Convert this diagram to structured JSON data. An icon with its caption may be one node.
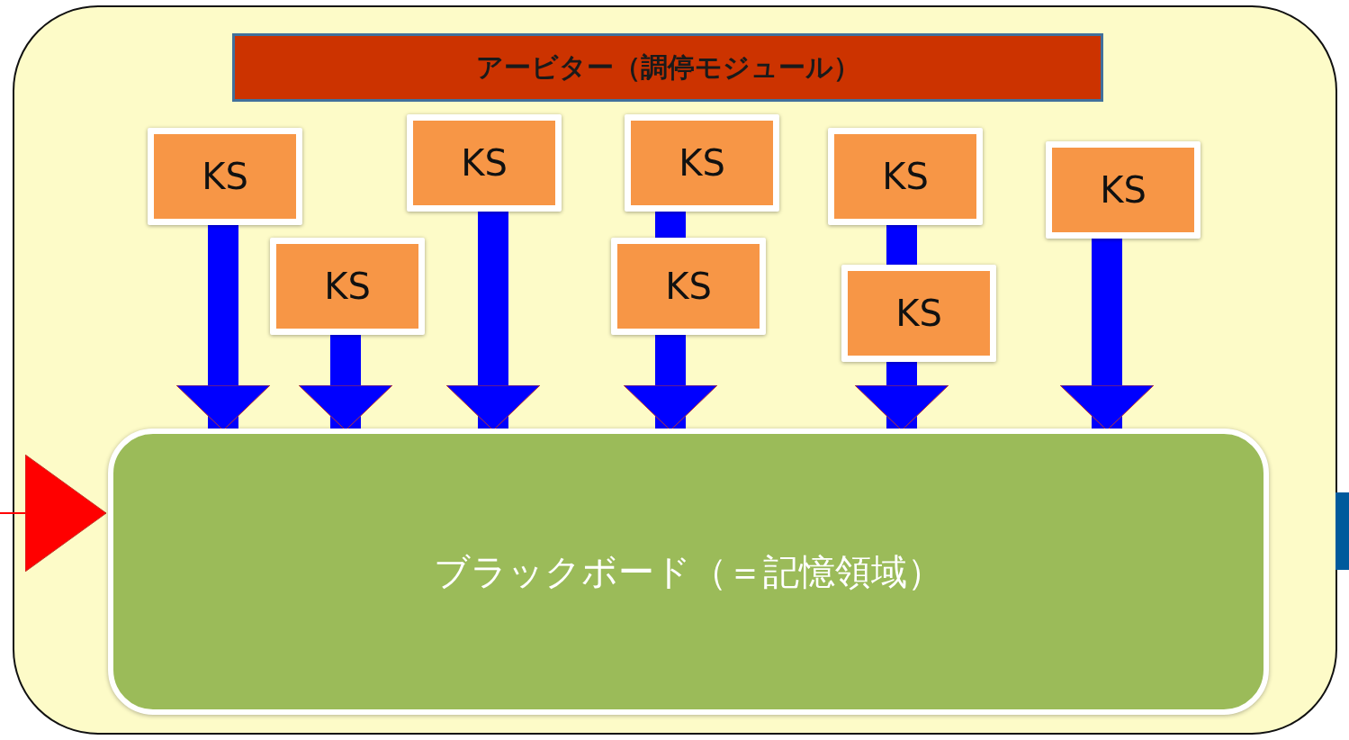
{
  "diagram": {
    "nodes": [
      {
        "text": [],
        "shape": "box"
      },
      {
        "text": [
          "アービター（調停モジュール）"
        ],
        "in": 0
      },
      {
        "text": [
          "KS"
        ],
        "in": 0
      },
      {
        "text": [
          "KS"
        ],
        "in": 0
      },
      {
        "text": [
          "KS"
        ],
        "in": 0
      },
      {
        "text": [
          "KS"
        ],
        "in": 0
      },
      {
        "text": [
          "KS"
        ],
        "in": 0
      },
      {
        "text": [
          "KS"
        ],
        "in": 0
      },
      {
        "text": [
          "KS"
        ],
        "in": 0
      },
      {
        "text": [
          "KS"
        ],
        "in": 0
      },
      {
        "text": [
          "ブラックボード（＝記憶領域）"
        ],
        "in": 0
      }
    ],
    "edges": [
      {
        "from": 2,
        "to": 10,
        "arrow": "to"
      },
      {
        "from": 3,
        "to": 10,
        "arrow": "to"
      },
      {
        "from": 4,
        "to": 10,
        "arrow": "to"
      },
      {
        "from": 5,
        "to": 6,
        "arrow": "none"
      },
      {
        "from": 6,
        "to": 10,
        "arrow": "to"
      },
      {
        "from": 7,
        "to": 8,
        "arrow": "none"
      },
      {
        "from": 8,
        "to": 10,
        "arrow": "to"
      },
      {
        "from": 9,
        "to": 10,
        "arrow": "to"
      },
      {
        "from": null,
        "to": 10,
        "arrow": "to",
        "color": "#ff0000"
      },
      {
        "from": 0,
        "to": null,
        "arrow": "none",
        "style": "thick",
        "color": "#005a9c"
      }
    ]
  }
}
